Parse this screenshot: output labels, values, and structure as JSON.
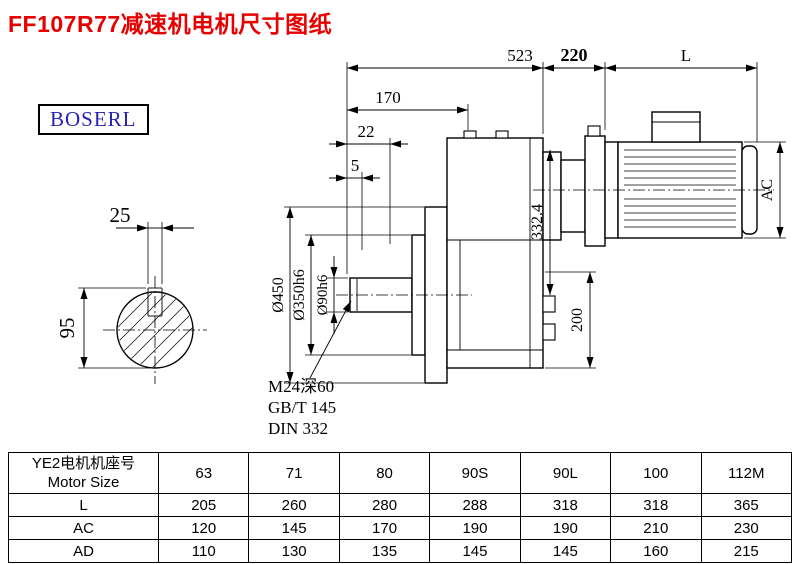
{
  "page": {
    "title": "FF107R77减速机电机尺寸图纸",
    "brand": "BOSERL"
  },
  "colors": {
    "title_red": "#e60000",
    "brand_blue": "#2323b4"
  },
  "drawing": {
    "top_dims": {
      "overall": "523",
      "adapter": "220",
      "motor_length": "L",
      "dim170": "170",
      "dim22": "22",
      "dim5": "5"
    },
    "vertical_dims": {
      "motor_diameter": "AC",
      "gear_height": "332.4",
      "housing_height": "200"
    },
    "diameter_dims": {
      "flange": "Ø450",
      "spigot": "Ø350h6",
      "shaft": "Ø90h6"
    },
    "shaft_section": {
      "key_width": "25",
      "key_height": "95"
    },
    "shaft_end_note": {
      "line1": "M24深60",
      "line2": "GB/T 145",
      "line3": "DIN 332"
    }
  },
  "table": {
    "header": {
      "label_line1": "YE2电机机座号",
      "label_line2": "Motor Size",
      "sizes": [
        "63",
        "71",
        "80",
        "90S",
        "90L",
        "100",
        "112M"
      ]
    },
    "rows": [
      {
        "label": "L",
        "values": [
          "205",
          "260",
          "280",
          "288",
          "318",
          "318",
          "365"
        ]
      },
      {
        "label": "AC",
        "values": [
          "120",
          "145",
          "170",
          "190",
          "190",
          "210",
          "230"
        ]
      },
      {
        "label": "AD",
        "values": [
          "110",
          "130",
          "135",
          "145",
          "145",
          "160",
          "215"
        ]
      }
    ]
  }
}
